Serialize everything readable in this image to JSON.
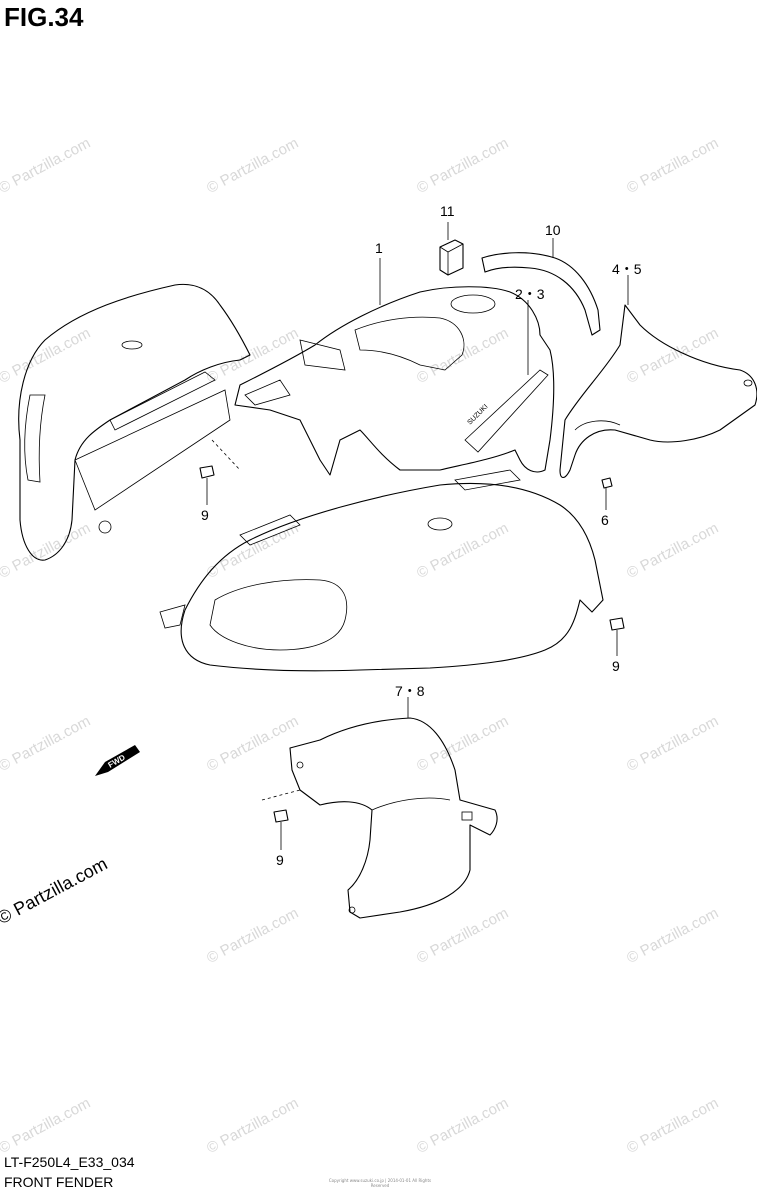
{
  "figure": {
    "title": "FIG.34",
    "code": "LT-F250L4_E33_034",
    "name": "FRONT FENDER"
  },
  "brand_mark": "© Partzilla.com",
  "watermark_text": "© Partzilla.com",
  "fwd_badge": "FWD",
  "decal_text": "SUZUKI",
  "copyright_small": "Copyright\nwww.suzuki.co.jp | 2014-01-01 All Rights Reserved",
  "callouts": [
    {
      "id": "c1",
      "label": "1"
    },
    {
      "id": "c11",
      "label": "11"
    },
    {
      "id": "c10",
      "label": "10"
    },
    {
      "id": "c23",
      "label": "2・3"
    },
    {
      "id": "c45",
      "label": "4・5"
    },
    {
      "id": "c9a",
      "label": "9"
    },
    {
      "id": "c6",
      "label": "6"
    },
    {
      "id": "c9b",
      "label": "9"
    },
    {
      "id": "c78",
      "label": "7・8"
    },
    {
      "id": "c9c",
      "label": "9"
    }
  ],
  "colors": {
    "ink": "#000000",
    "watermark": "#d8d8d8",
    "background": "#ffffff"
  }
}
